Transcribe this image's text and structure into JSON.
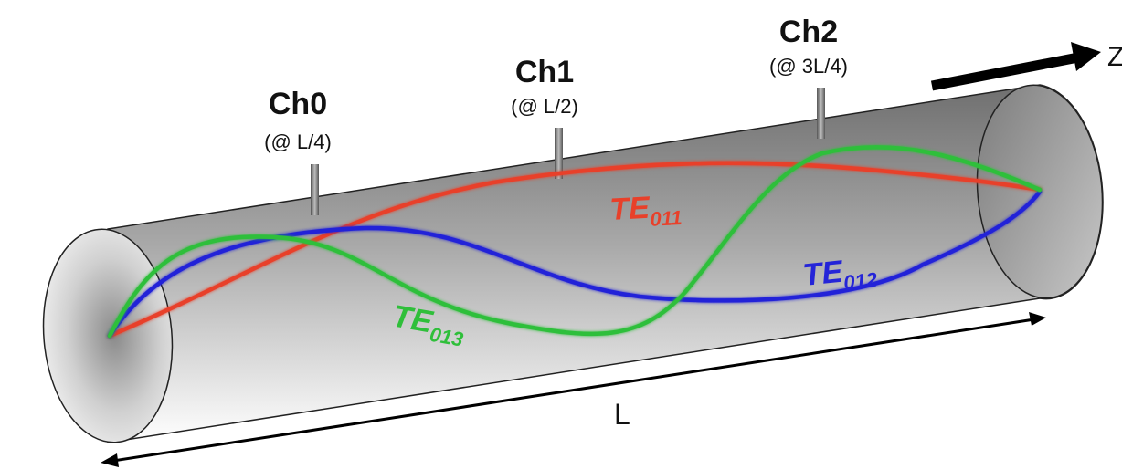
{
  "probes": [
    {
      "name": "Ch0",
      "position": "(@ L/4)"
    },
    {
      "name": "Ch1",
      "position": "(@ L/2)"
    },
    {
      "name": "Ch2",
      "position": "(@ 3L/4)"
    }
  ],
  "modes": [
    {
      "base": "TE",
      "index": "011",
      "color": "#e8402a"
    },
    {
      "base": "TE",
      "index": "012",
      "color": "#2424d8"
    },
    {
      "base": "TE",
      "index": "013",
      "color": "#2fbf3a"
    }
  ],
  "axis_label": "Z",
  "length_label": "L"
}
